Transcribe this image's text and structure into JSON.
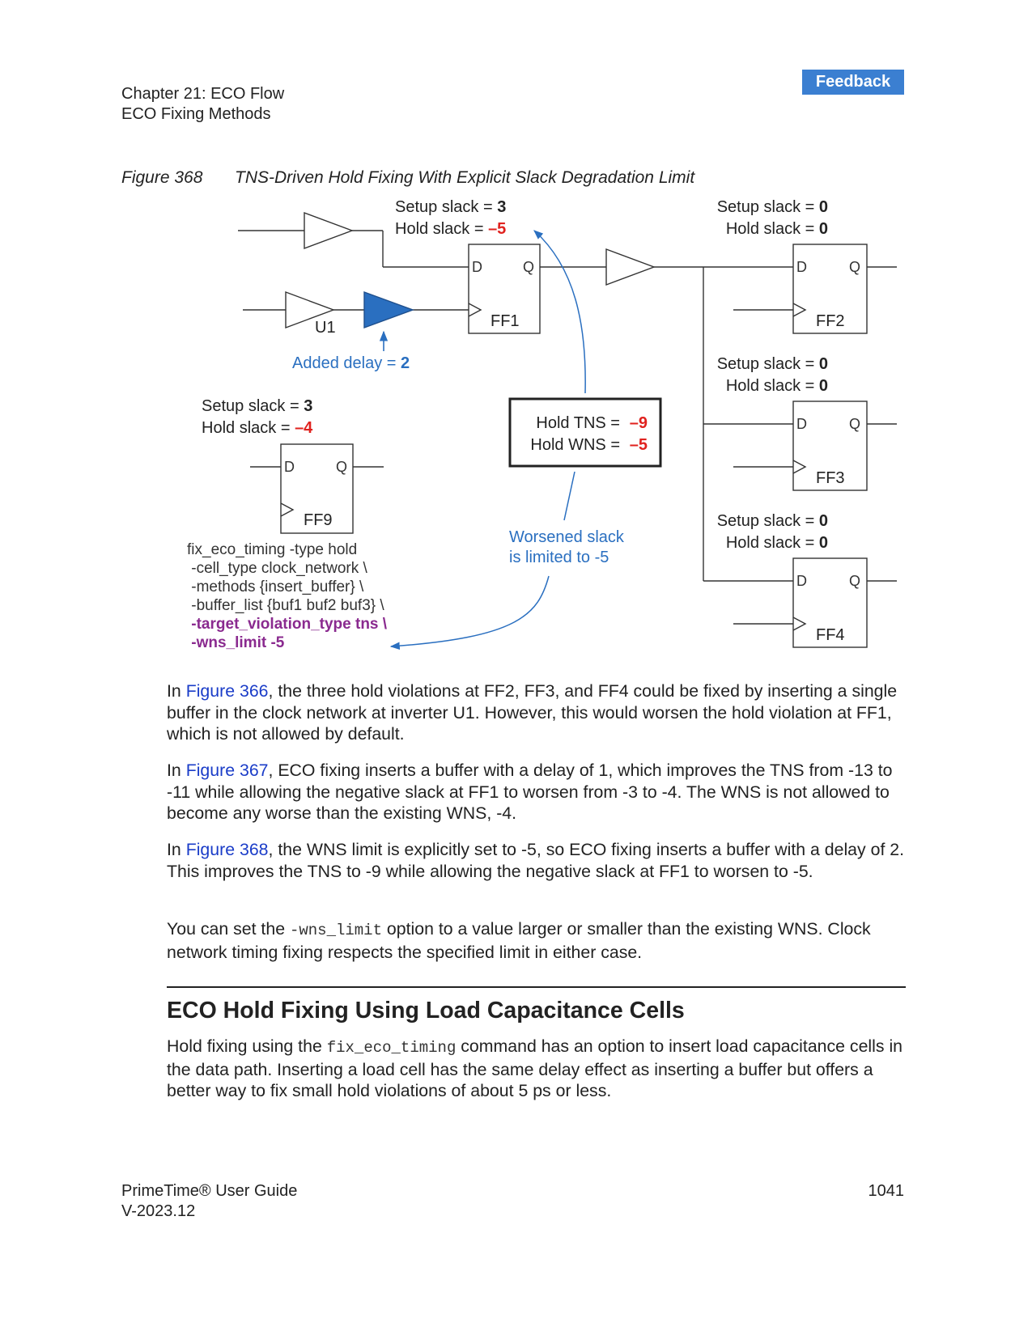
{
  "header": {
    "chapter": "Chapter 21: ECO Flow",
    "section": "ECO Fixing Methods",
    "feedback_label": "Feedback"
  },
  "figure": {
    "number": "Figure 368",
    "title": "TNS-Driven Hold Fixing With Explicit Slack Degradation Limit",
    "ff1_annotation": {
      "setup_label": "Setup slack = ",
      "setup_value": "3",
      "hold_label": "Hold slack = ",
      "hold_value": "–5"
    },
    "ff9_annotation": {
      "setup_label": "Setup slack = ",
      "setup_value": "3",
      "hold_label": "Hold slack = ",
      "hold_value": "–4"
    },
    "ff2_annotation": {
      "setup_label": "Setup slack = ",
      "setup_value": "0",
      "hold_label": "Hold slack = ",
      "hold_value": "0"
    },
    "ff3_annotation": {
      "setup_label": "Setup slack = ",
      "setup_value": "0",
      "hold_label": "Hold slack = ",
      "hold_value": "0"
    },
    "ff4_annotation": {
      "setup_label": "Setup slack = ",
      "setup_value": "0",
      "hold_label": "Hold slack = ",
      "hold_value": "0"
    },
    "flops": [
      {
        "name": "FF1",
        "d": "D",
        "q": "Q"
      },
      {
        "name": "FF2",
        "d": "D",
        "q": "Q"
      },
      {
        "name": "FF3",
        "d": "D",
        "q": "Q"
      },
      {
        "name": "FF4",
        "d": "D",
        "q": "Q"
      },
      {
        "name": "FF9",
        "d": "D",
        "q": "Q"
      }
    ],
    "inverter_label": "U1",
    "added_delay": {
      "label": "Added delay = ",
      "value": "2"
    },
    "summary_box": {
      "tns_label": "Hold TNS =",
      "tns_value": "–9",
      "wns_label": "Hold WNS =",
      "wns_value": "–5"
    },
    "note": {
      "line1": "Worsened slack",
      "line2": "is limited to -5"
    },
    "command": [
      "fix_eco_timing -type hold",
      " -cell_type clock_network \\",
      " -methods {insert_buffer} \\",
      " -buffer_list {buf1 buf2 buf3} \\",
      " -target_violation_type tns \\",
      " -wns_limit -5"
    ],
    "colors": {
      "accent_blue": "#2a6fc0",
      "violation_red": "#e0221e",
      "command_purple": "#8a2a8f"
    }
  },
  "body": {
    "p1": {
      "pre": "In ",
      "link": "Figure 366",
      "post": ", the three hold violations at FF2, FF3, and FF4 could be fixed by inserting a single buffer in the clock network at inverter U1. However, this would worsen the hold violation at FF1, which is not allowed by default."
    },
    "p2": {
      "pre": "In ",
      "link": "Figure 367",
      "post": ", ECO fixing inserts a buffer with a delay of 1, which improves the TNS from -13 to -11 while allowing the negative slack at FF1 to worsen from -3 to -4. The WNS is not allowed to become any worse than the existing WNS, -4."
    },
    "p3": {
      "pre": "In ",
      "link": "Figure 368",
      "post": ", the WNS limit is explicitly set to -5, so ECO fixing inserts a buffer with a delay of 2. This improves the TNS to -9 while allowing the negative slack at FF1 to worsen to -5."
    },
    "p4": {
      "pre": "You can set the ",
      "code": "-wns_limit",
      "post": " option to a value larger or smaller than the existing WNS. Clock network timing fixing respects the specified limit in either case."
    }
  },
  "section": {
    "heading": "ECO Hold Fixing Using Load Capacitance Cells",
    "p1": {
      "pre": "Hold fixing using the ",
      "code": "fix_eco_timing",
      "post": " command has an option to insert load capacitance cells in the data path. Inserting a load cell has the same delay effect as inserting a buffer but offers a better way to fix small hold violations of about 5 ps or less."
    }
  },
  "footer": {
    "product": "PrimeTime® User Guide",
    "version": "V-2023.12",
    "page": "1041"
  }
}
